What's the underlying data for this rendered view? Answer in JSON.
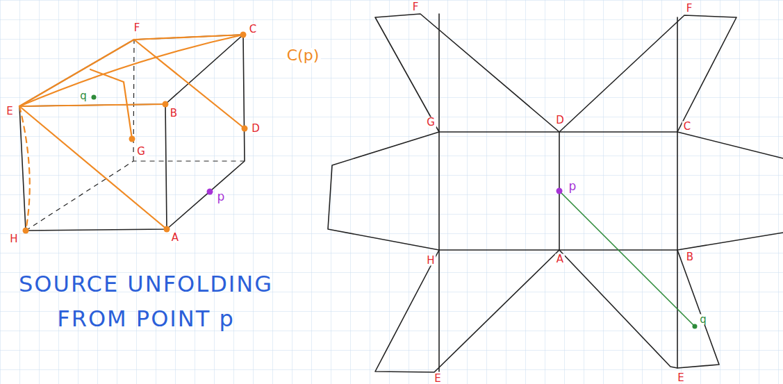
{
  "diagram": {
    "labels": [
      "F",
      "C",
      "C(p)",
      "E",
      "q",
      "B",
      "D",
      "G",
      "p",
      "H",
      "A",
      "F",
      "F",
      "G",
      "D",
      "C",
      "p",
      "H",
      "A",
      "B",
      "E",
      "E",
      "q",
      "SOURCE UNFOLDING FROM POINT p"
    ]
  }
}
